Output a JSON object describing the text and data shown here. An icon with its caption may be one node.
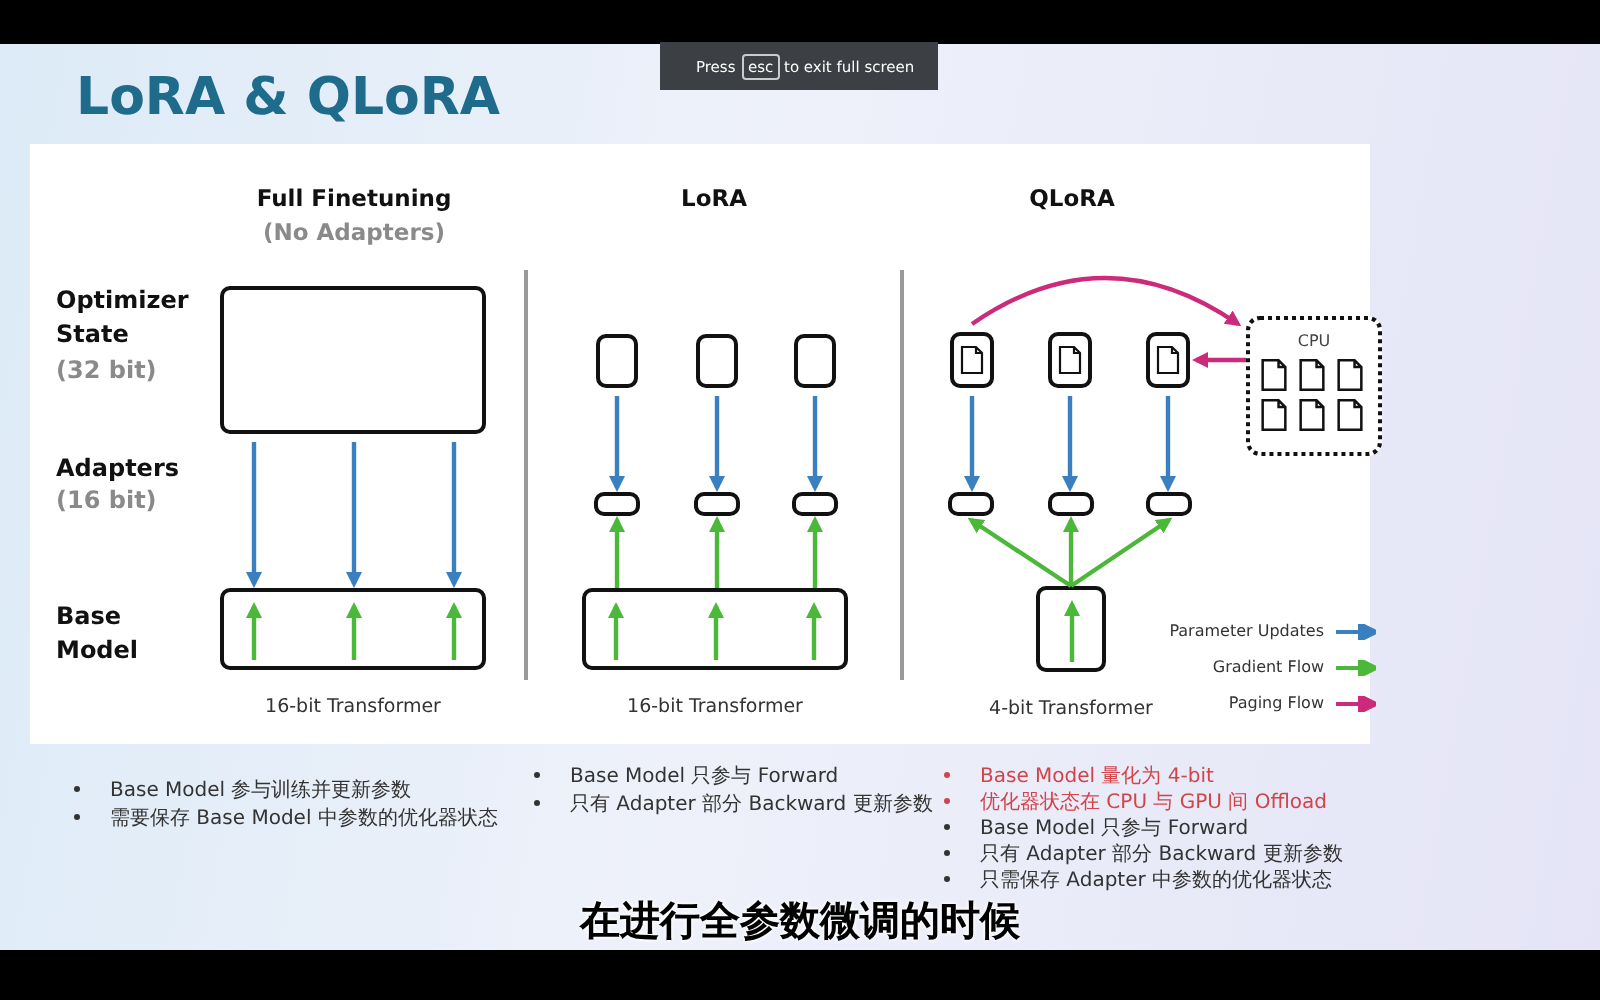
{
  "diagram": {
    "title": "LoRA & QLoRA",
    "nodes": [
      {
        "text": [],
        "shape": "box"
      },
      {
        "text": [],
        "shape": "box",
        "beside": [
          "16-bit Transformer"
        ]
      },
      {
        "text": [],
        "shape": "box"
      },
      {
        "text": [],
        "shape": "box"
      },
      {
        "text": [],
        "shape": "box"
      },
      {
        "text": [],
        "shape": "box"
      },
      {
        "text": [],
        "shape": "box"
      },
      {
        "text": [],
        "shape": "box"
      },
      {
        "text": [],
        "shape": "box",
        "beside": [
          "16-bit Transformer"
        ]
      },
      {
        "text": [],
        "shape": "box"
      },
      {
        "text": [],
        "shape": "box"
      },
      {
        "text": [],
        "shape": "box"
      },
      {
        "text": [
          "CPU"
        ]
      },
      {
        "text": [],
        "shape": "box"
      },
      {
        "text": [],
        "shape": "box"
      },
      {
        "text": [],
        "shape": "box"
      },
      {
        "text": [],
        "shape": "box",
        "beside": [
          "4-bit Transformer"
        ]
      }
    ],
    "edges": [
      {
        "from": 0,
        "to": 1,
        "arrow": "to",
        "color": "#3a7fbf"
      },
      {
        "from": 0,
        "to": 1,
        "arrow": "to",
        "color": "#3a7fbf"
      },
      {
        "from": 0,
        "to": 1,
        "arrow": "to",
        "color": "#3a7fbf"
      },
      {
        "from": 2,
        "to": 5,
        "arrow": "to",
        "color": "#3a7fbf"
      },
      {
        "from": 3,
        "to": 6,
        "arrow": "to",
        "color": "#3a7fbf"
      },
      {
        "from": 4,
        "to": 7,
        "arrow": "to",
        "color": "#3a7fbf"
      },
      {
        "from": 8,
        "to": 5,
        "arrow": "to",
        "color": "#4cb83a"
      },
      {
        "from": 8,
        "to": 6,
        "arrow": "to",
        "color": "#4cb83a"
      },
      {
        "from": 8,
        "to": 7,
        "arrow": "to",
        "color": "#4cb83a"
      },
      {
        "from": 9,
        "to": 12,
        "arrow": "to",
        "color": "#cc2a7a"
      },
      {
        "from": 12,
        "to": 11,
        "arrow": "to",
        "color": "#cc2a7a"
      },
      {
        "from": 9,
        "to": 13,
        "arrow": "to",
        "color": "#3a7fbf"
      },
      {
        "from": 10,
        "to": 14,
        "arrow": "to",
        "color": "#3a7fbf"
      },
      {
        "from": 11,
        "to": 15,
        "arrow": "to",
        "color": "#3a7fbf"
      },
      {
        "from": 16,
        "to": 13,
        "arrow": "to",
        "color": "#4cb83a"
      },
      {
        "from": 16,
        "to": 14,
        "arrow": "to",
        "color": "#4cb83a"
      },
      {
        "from": 16,
        "to": 15,
        "arrow": "to",
        "color": "#4cb83a"
      }
    ],
    "labels": [
      "Press",
      "esc",
      "to exit full screen",
      "Full Finetuning",
      "(No Adapters)",
      "LoRA",
      "QLoRA",
      "Optimizer State",
      "(32 bit)",
      "Adapters",
      "(16 bit)",
      "Base Model",
      "Base Model 参与训练并更新参数",
      "需要保存 Base Model 中参数的优化器状态",
      "Base Model 只参与 Forward",
      "只有 Adapter 部分 Backward 更新参数",
      "Base Model 量化为 4-bit",
      "优化器状态在 CPU 与 GPU 间 Offload",
      "Base Model 只参与 Forward",
      "只有 Adapter 部分 Backward 更新参数",
      "只需保存 Adapter 中参数的优化器状态",
      "在进行全参数微调的时候"
    ],
    "legend": [
      {
        "text": "Parameter Updates"
      },
      {
        "text": "Gradient Flow"
      },
      {
        "text": "Paging Flow"
      }
    ]
  }
}
